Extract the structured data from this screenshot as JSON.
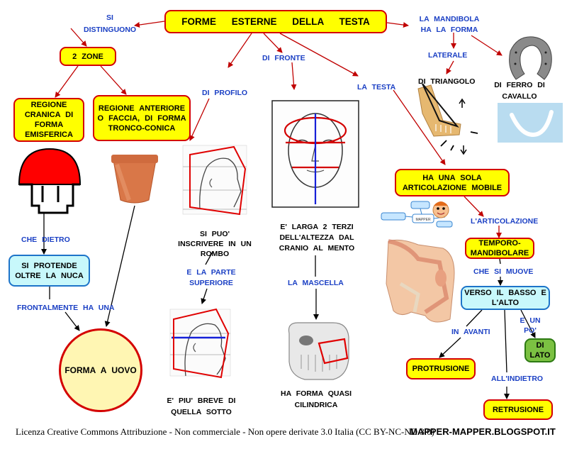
{
  "title": "FORME ESTERNE DELLA TESTA",
  "nodes": {
    "due_zone": "2 ZONE",
    "regione_cranica": "REGIONE CRANICA DI FORMA EMISFERICA",
    "regione_anteriore": "REGIONE ANTERIORE O FACCIA, DI FORMA TRONCO-CONICA",
    "si_protende": "SI PROTENDE OLTRE LA NUCA",
    "forma_uovo": "FORMA A UOVO",
    "articolazione_mobile": "HA UNA SOLA ARTICOLAZIONE MOBILE",
    "temporo": "TEMPORO-MANDIBOLARE",
    "verso_basso": "VERSO IL BASSO E L'ALTO",
    "di_lato": "DI LATO",
    "protrusione": "PROTRUSIONE",
    "retrusione": "RETRUSIONE"
  },
  "links": {
    "si_distinguono": "SI DISTINGUONO",
    "che_dietro": "CHE DIETRO",
    "frontalmente": "FRONTALMENTE HA UNA",
    "di_profilo": "DI PROFILO",
    "di_fronte": "DI FRONTE",
    "la_testa": "LA TESTA",
    "la_mandibola": "LA MANDIBOLA HA LA FORMA",
    "laterale": "LATERALE",
    "e_la_parte": "E LA PARTE SUPERIORE",
    "la_mascella": "LA MASCELLA",
    "l_articolazione": "L'ARTICOLAZIONE",
    "che_si_muove": "CHE SI MUOVE",
    "in_avanti": "IN AVANTI",
    "e_un_po": "E UN PO'",
    "all_indietro": "ALL'INDIETRO"
  },
  "texts": {
    "rombo": "SI PUO' INSCRIVERE IN UN ROMBO",
    "breve": "E' PIU' BREVE DI QUELLA SOTTO",
    "larga": "E' LARGA 2 TERZI DELL'ALTEZZA DAL CRANIO AL MENTO",
    "cilindrica": "HA FORMA QUASI CILINDRICA",
    "triangolo": "DI TRIANGOLO",
    "ferro_cavallo": "DI FERRO DI CAVALLO",
    "mapper_badge": "MAPPER"
  },
  "footer": {
    "license": "Licenza Creative Commons Attribuzione - Non commerciale - Non opere derivate 3.0 Italia (CC BY-NC-ND 3.0)",
    "site": "MAPPER-MAPPER.BLOGSPOT.IT"
  },
  "colors": {
    "node_fill": "#ffff00",
    "node_border": "#d40000",
    "cyan_fill": "#c8f8fb",
    "cyan_border": "#1d74c9",
    "green_fill": "#7bc142",
    "link_text": "#1a3fc4",
    "arrow_red": "#c00000"
  }
}
